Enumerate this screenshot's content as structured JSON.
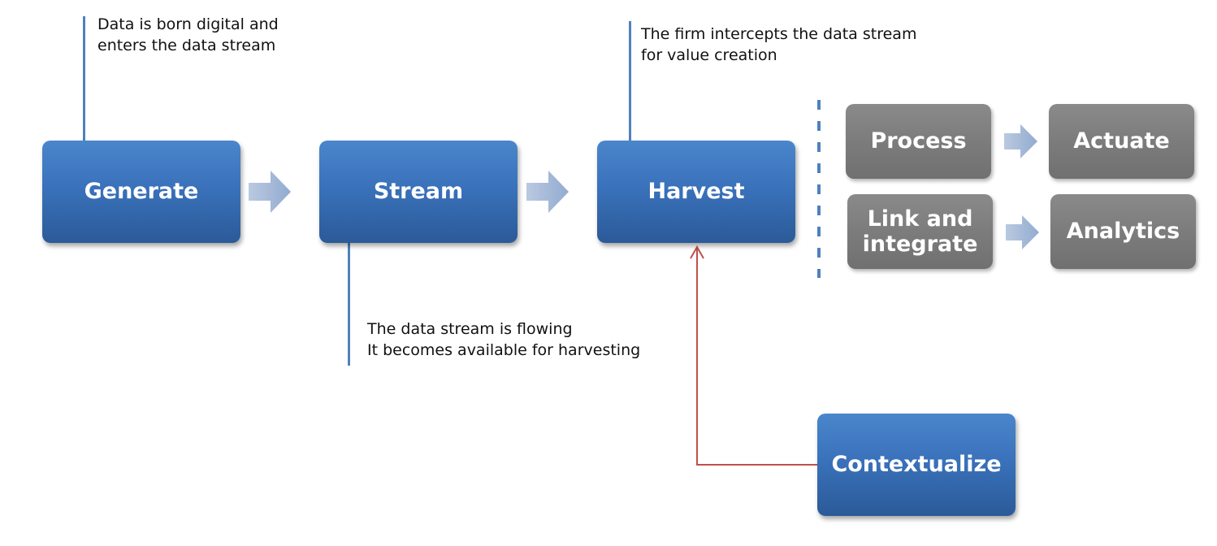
{
  "boxes": {
    "generate": "Generate",
    "stream": "Stream",
    "harvest": "Harvest",
    "process": "Process",
    "actuate": "Actuate",
    "link_integrate": "Link and\nintegrate",
    "analytics": "Analytics",
    "contextualize": "Contextualize"
  },
  "notes": {
    "generate": "Data is born digital and\nenters the data stream",
    "harvest": "The firm intercepts the data stream\nfor value creation",
    "stream": "The data stream is flowing\nIt becomes available for harvesting"
  },
  "colors": {
    "blue_box": "#3a72bb",
    "gray_box": "#7c7c7c",
    "callout_line": "#4f81bd",
    "arrow_fill": "#a9bcd8",
    "feedback_arrow": "#c0504d"
  }
}
